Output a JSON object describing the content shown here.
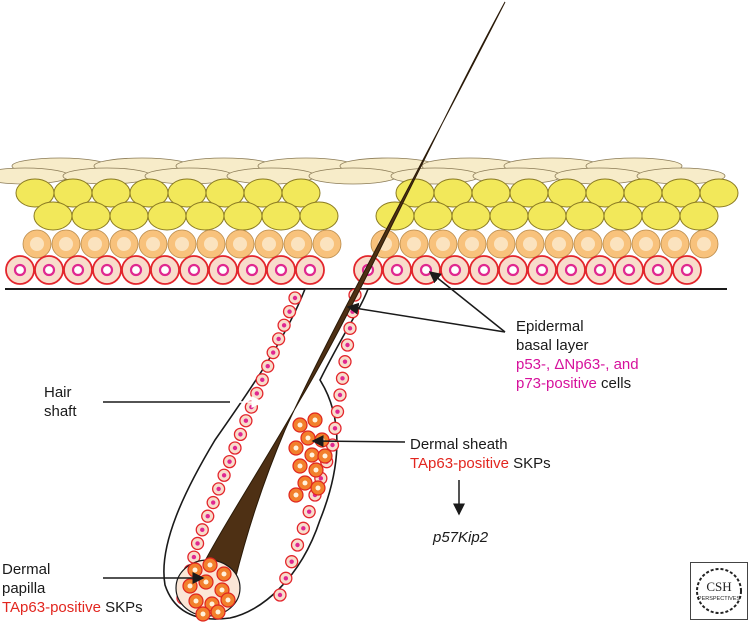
{
  "labels": {
    "epidermal": {
      "line1": "Epidermal",
      "line2": "basal layer",
      "line3": "p53-, ΔNp63-, and",
      "line4_colored": "p73-positive",
      "line4_rest": " cells"
    },
    "hair_shaft": {
      "line1": "Hair",
      "line2": "shaft"
    },
    "dermal_sheath": {
      "line1": "Dermal sheath",
      "line2_colored": "TAp63-positive",
      "line2_rest": " SKPs"
    },
    "p57": {
      "base": "p57",
      "italic": "Kip2"
    },
    "dermal_papilla": {
      "line1": "Dermal",
      "line2": "papilla",
      "line3_colored": "TAp63-positive",
      "line3_rest": " SKPs"
    }
  },
  "logo": {
    "line1": "CSH",
    "line2": "PERSPECTIVES"
  },
  "colors": {
    "hair": "#4e3014",
    "surface_cell": "#f7ecc9",
    "yellow_cell": "#f2e85a",
    "orange_cell_rim": "#f8c27c",
    "orange_cell_fill": "#fbe3bf",
    "basal_cell_rim": "#e3262d",
    "basal_cell_fill": "#f8dccb",
    "nucleus_magenta": "#e02890",
    "skp_orange": "#f2802c",
    "skp_red": "#e0261f",
    "label_magenta": "#d6119c",
    "label_red": "#e2261f"
  }
}
